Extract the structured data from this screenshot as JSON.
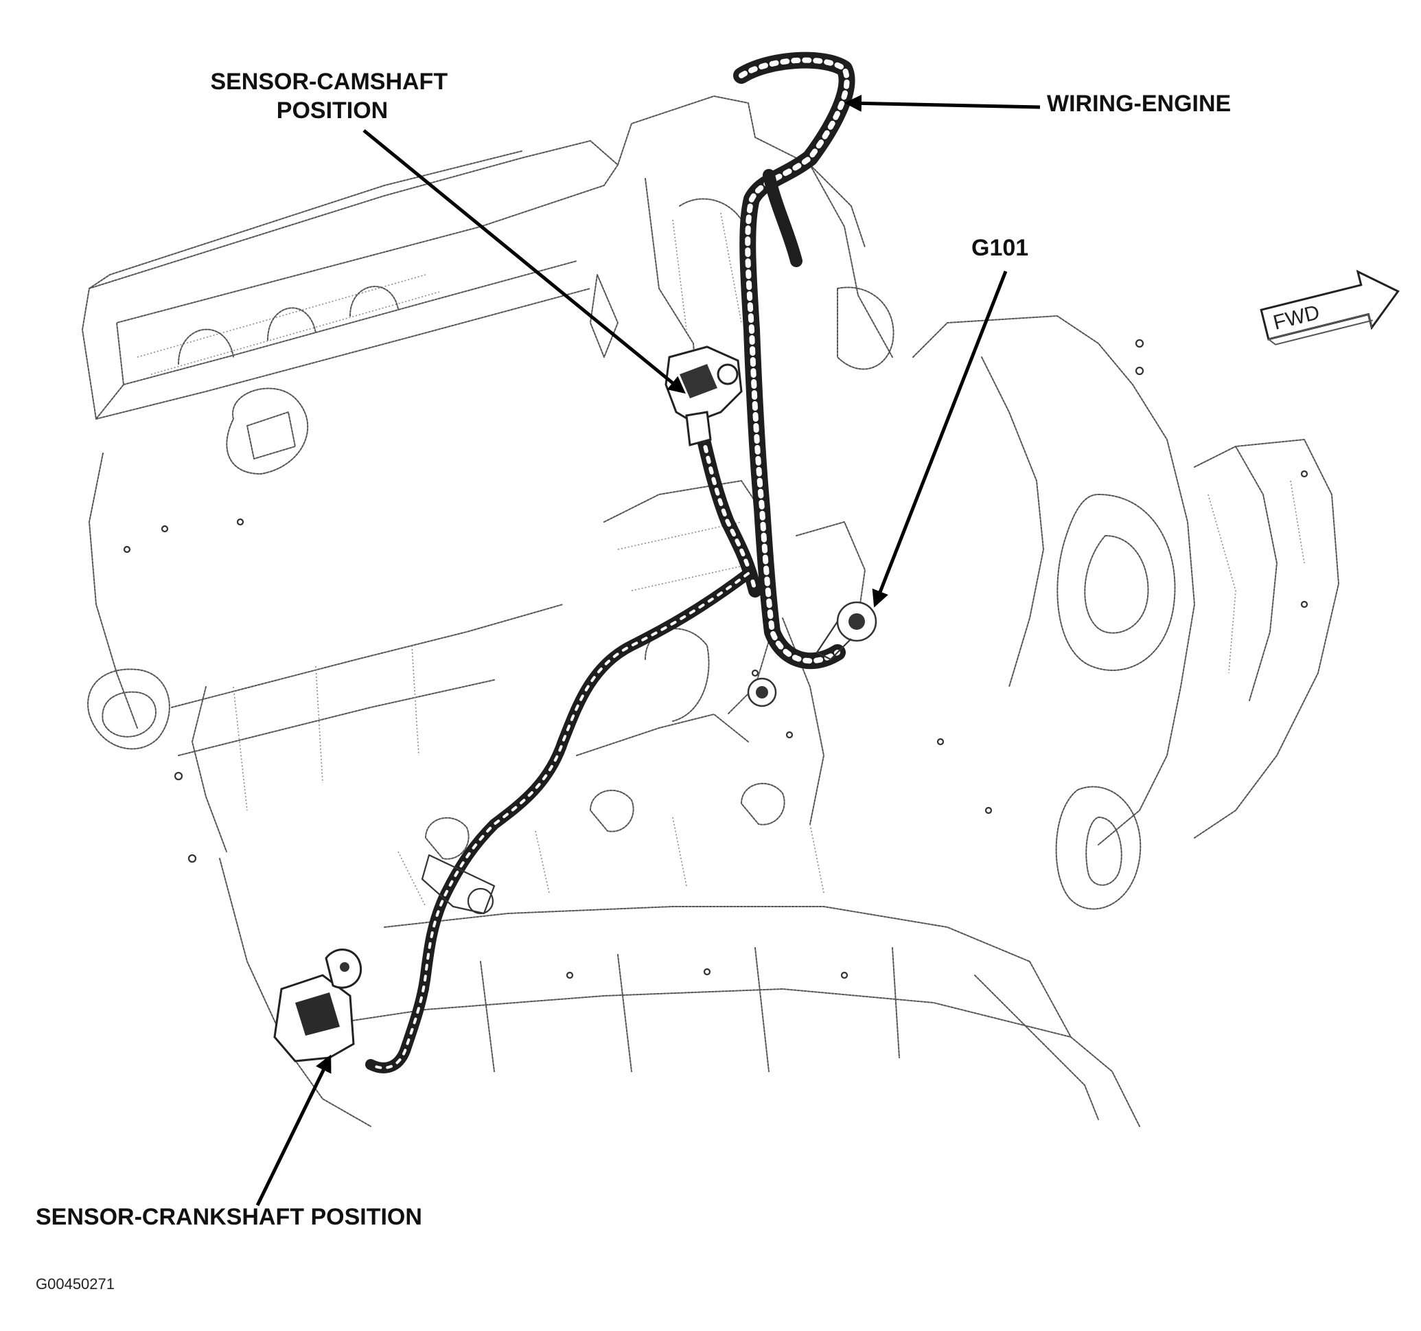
{
  "callouts": {
    "camshaft_sensor": "SENSOR-CAMSHAFT\nPOSITION",
    "wiring_engine": "WIRING-ENGINE",
    "ground": "G101",
    "crankshaft_sensor": "SENSOR-CRANKSHAFT POSITION"
  },
  "direction_arrow": "FWD",
  "figure_id": "G00450271",
  "colors": {
    "line": "#333333",
    "harness": "#1e1e1e",
    "background": "#ffffff"
  }
}
